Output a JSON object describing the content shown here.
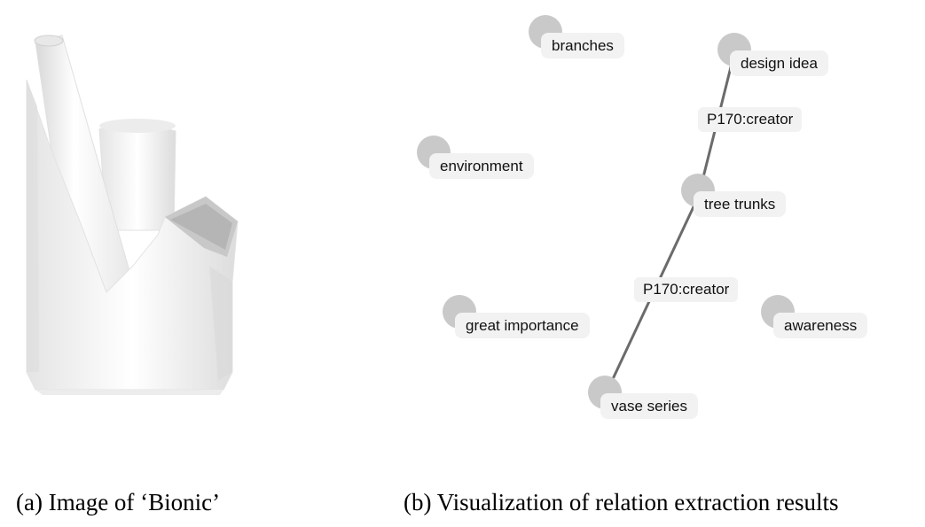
{
  "left_panel": {
    "caption": "(a) Image of ‘Bionic’"
  },
  "right_panel": {
    "caption": "(b) Visualization of relation extraction results",
    "nodes": {
      "branches": "branches",
      "design_idea": "design idea",
      "environment": "environment",
      "tree_trunks": "tree trunks",
      "great_importance": "great importance",
      "awareness": "awareness",
      "vase_series": "vase series"
    },
    "edges": {
      "upper": "P170:creator",
      "lower": "P170:creator"
    }
  }
}
